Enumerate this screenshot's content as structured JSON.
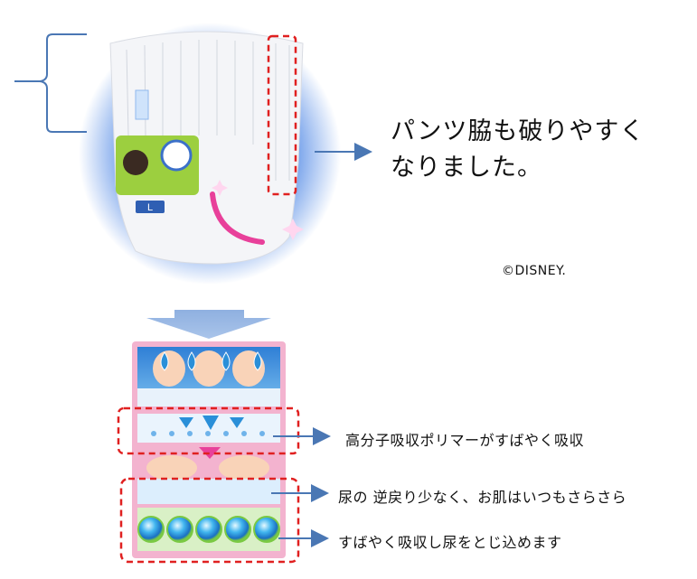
{
  "top_callout": {
    "line1": "パンツ脇も破りやすく",
    "line2": "なりました。"
  },
  "copyright": "©DISNEY.",
  "product_size_label": "L",
  "layers": {
    "absorb_polymer": "高分子吸収ポリマーがすばやく吸収",
    "no_backflow": "尿の 逆戻り少なく、お肌はいつもさらさら",
    "lock_in": "すばやく吸収し尿をとじ込めます"
  },
  "colors": {
    "arrow_blue": "#4a77b4",
    "highlight_red": "#e02020",
    "layer_pink": "#f3b3cf",
    "water_blue": "#2a8fd8",
    "bead_green": "#7ac943"
  }
}
